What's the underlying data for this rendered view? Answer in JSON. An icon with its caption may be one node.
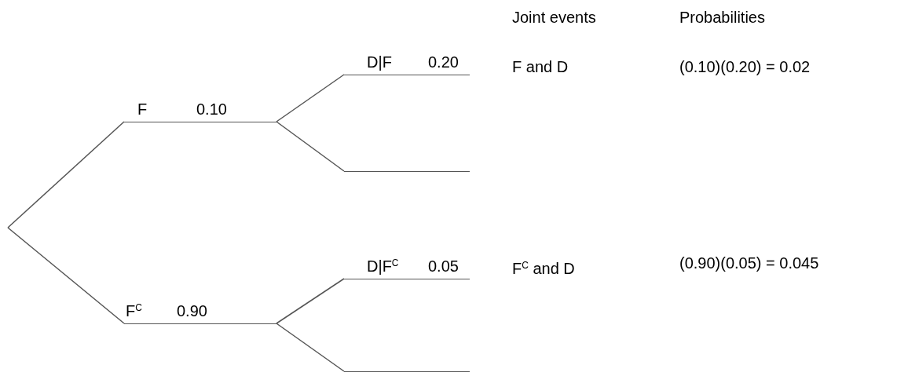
{
  "diagram": {
    "nodes": [
      {
        "text": [
          "F",
          "0.10"
        ]
      },
      {
        "text": [
          "D|F",
          "0.20"
        ]
      },
      {
        "text": [],
        "shape": "bar"
      },
      {
        "text": [
          "F$^{C}$",
          "0.90"
        ]
      },
      {
        "text": [
          "D|F$^{C}$",
          "0.05"
        ]
      },
      {
        "text": [],
        "shape": "bar"
      }
    ],
    "edges": [
      {
        "from": null,
        "to": 0,
        "arrow": "none"
      },
      {
        "from": null,
        "to": 3,
        "arrow": "none"
      },
      {
        "from": 0,
        "to": 1,
        "arrow": "none"
      },
      {
        "from": 0,
        "to": 2,
        "arrow": "none"
      },
      {
        "from": 3,
        "to": 4,
        "arrow": "none"
      },
      {
        "from": 3,
        "to": 5,
        "arrow": "none"
      }
    ],
    "labels": [
      "Joint events",
      "Probabilities",
      "F and D",
      "(0.10)(0.20) = 0.02",
      "F$^{C}$ and D",
      "(0.90)(0.05) = 0.045"
    ]
  }
}
